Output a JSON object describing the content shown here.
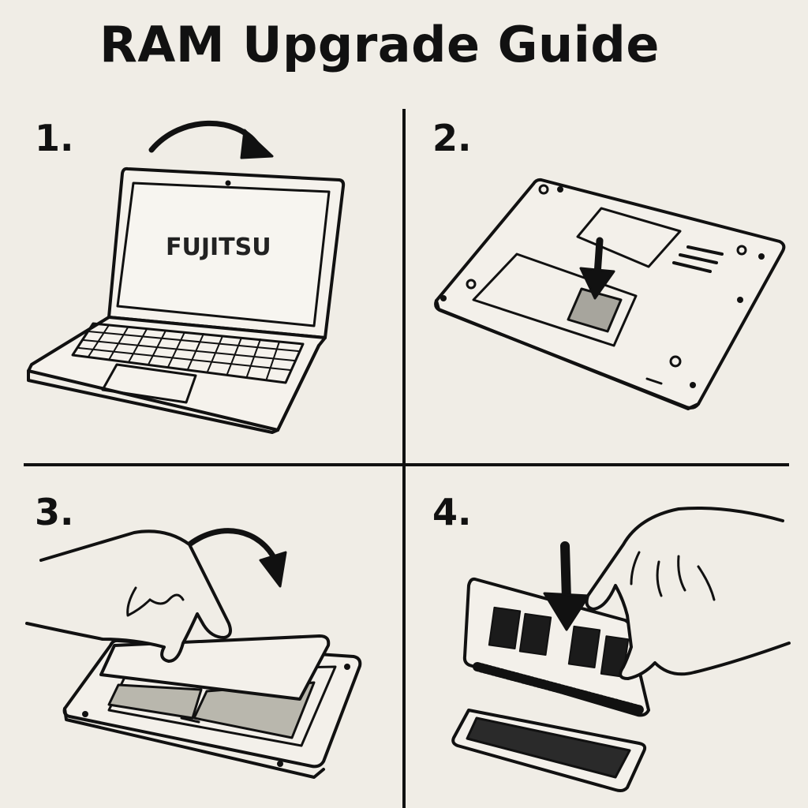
{
  "title": "RAM Upgrade Guide",
  "steps": [
    {
      "number": "1."
    },
    {
      "number": "2."
    },
    {
      "number": "3."
    },
    {
      "number": "4."
    }
  ],
  "laptop_brand": "FUJITSU",
  "colors": {
    "background": "#f0ede6",
    "ink": "#111111",
    "module_fill": "#b9b7ad",
    "chip": "#1b1b1b"
  }
}
